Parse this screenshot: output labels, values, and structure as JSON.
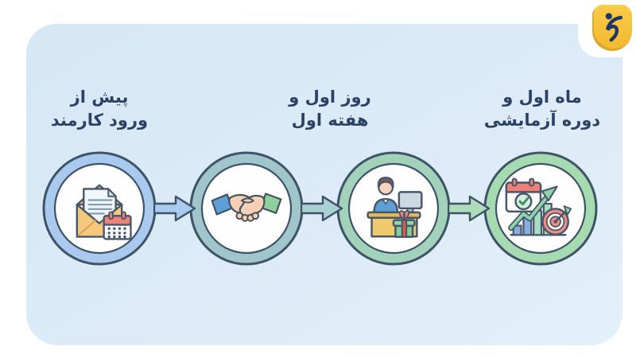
{
  "card": {
    "background": "#d9eaf6"
  },
  "logo": {
    "icon": "karboom-glyph-icon",
    "background": "#f6c53e",
    "glyph_color": "#1e3765"
  },
  "labels": [
    {
      "line1": "پیش از",
      "line2": "ورود کارمند"
    },
    {
      "line1": "روز اول و",
      "line2": "هفته اول"
    },
    {
      "line1": "ماه اول و",
      "line2": "دوره آزمایشی"
    }
  ],
  "stages": [
    {
      "icon": "envelope-letter-calendar-icon",
      "ring_color": "#a9c9ee"
    },
    {
      "icon": "handshake-icon",
      "ring_color": "#a0c6cb"
    },
    {
      "icon": "employee-desk-gift-icon",
      "ring_color": "#a3d2ba"
    },
    {
      "icon": "calendar-growth-target-icon",
      "ring_color": "#a6dab1"
    }
  ],
  "connectors": [
    {
      "icon": "arrow-right-icon",
      "color": "#a9cbee"
    },
    {
      "icon": "arrow-right-icon",
      "color": "#a9d0d3"
    },
    {
      "icon": "arrow-right-icon",
      "color": "#aedbb9"
    }
  ],
  "text_color": "#2c4164",
  "outline_color": "#3e5268"
}
